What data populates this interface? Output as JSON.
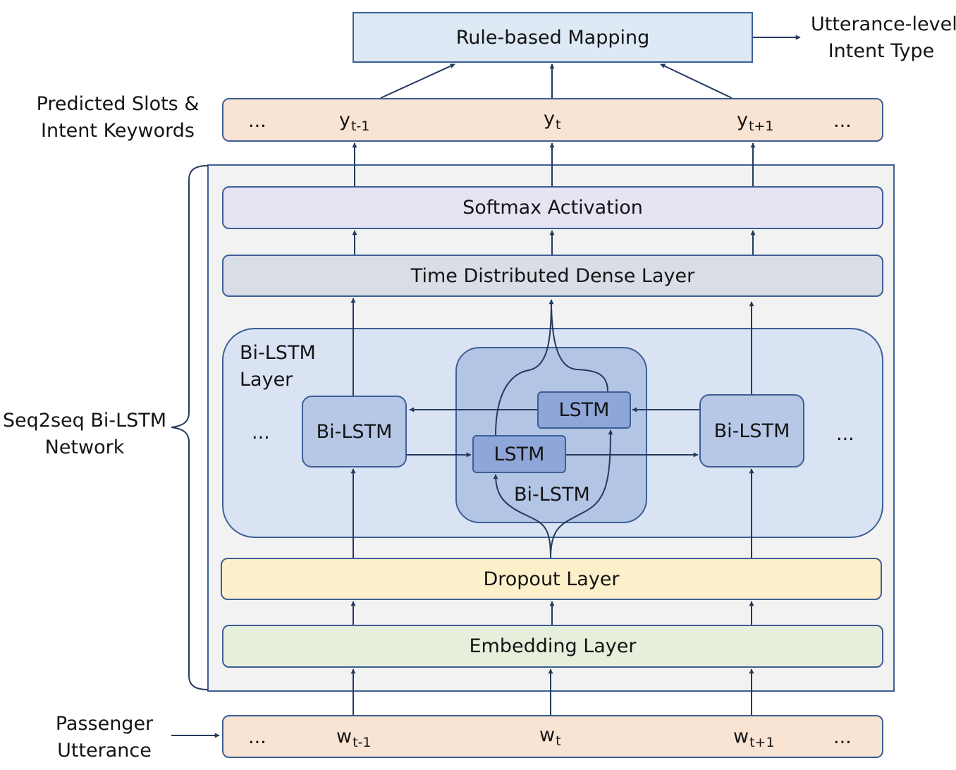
{
  "diagram": {
    "rule_mapping": "Rule-based Mapping",
    "utterance_output": {
      "line1": "Utterance-level",
      "line2": "Intent Type"
    },
    "predicted_label": {
      "line1": "Predicted Slots &",
      "line2": "Intent Keywords"
    },
    "output_row": {
      "ellipsis_left": "...",
      "y_prev": {
        "base": "y",
        "sub": "t-1"
      },
      "y_cur": {
        "base": "y",
        "sub": "t"
      },
      "y_next": {
        "base": "y",
        "sub": "t+1"
      },
      "ellipsis_right": "..."
    },
    "softmax": "Softmax Activation",
    "dense": "Time Distributed Dense Layer",
    "bilstm_layer": {
      "line1": "Bi-LSTM",
      "line2": "Layer"
    },
    "bilstm_left": "Bi-LSTM",
    "bilstm_right": "Bi-LSTM",
    "bilstm_center": "Bi-LSTM",
    "lstm_top": "LSTM",
    "lstm_bottom": "LSTM",
    "ellipsis_mid_left": "...",
    "ellipsis_mid_right": "...",
    "dropout": "Dropout Layer",
    "embedding": "Embedding Layer",
    "network_label": {
      "line1": "Seq2seq Bi-LSTM",
      "line2": "Network"
    },
    "input_label": {
      "line1": "Passenger",
      "line2": "Utterance"
    },
    "input_row": {
      "ellipsis_left": "...",
      "w_prev": {
        "base": "w",
        "sub": "t-1"
      },
      "w_cur": {
        "base": "w",
        "sub": "t"
      },
      "w_next": {
        "base": "w",
        "sub": "t+1"
      },
      "ellipsis_right": "..."
    },
    "colors": {
      "stroke": "#3d5f96",
      "arrow": "#243a5e",
      "rule_fill": "#dde9f5",
      "io_fill": "#f9e4d4",
      "softmax_fill": "#e6e3f3",
      "dense_fill": "#d9dde6",
      "bilstm_region_fill": "#d9e3f3",
      "bilstm_box_fill": "#b7c8e6",
      "center_fill": "#b3c5e4",
      "lstm_fill": "#8fa6d9",
      "dropout_fill": "#fcf0cb",
      "embedding_fill": "#e6efdb",
      "network_fill": "#f2f2f2"
    }
  }
}
